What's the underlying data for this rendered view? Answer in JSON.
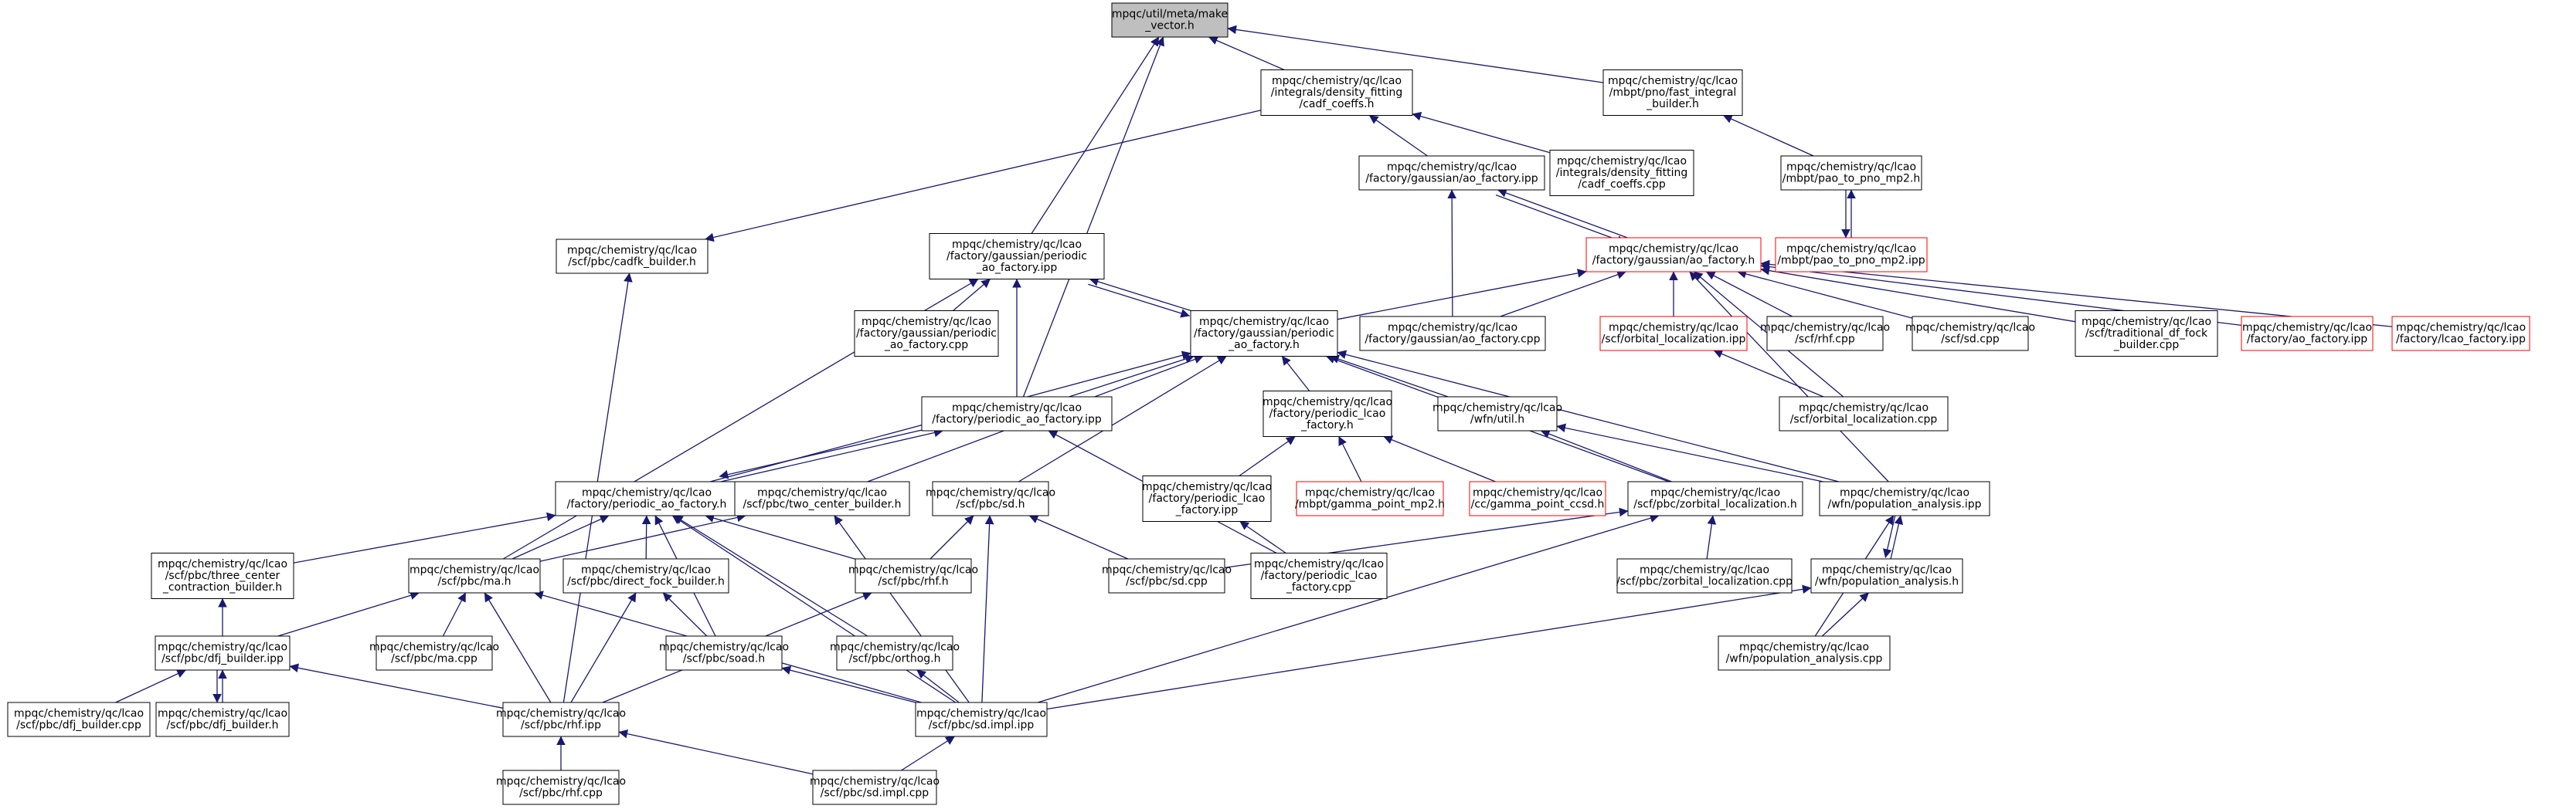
{
  "colors": {
    "edge": "#191970",
    "node_stroke": "#000000",
    "node_stroke_truncated": "#ff0000",
    "node_fill": "#ffffff",
    "root_fill": "#bfbfbf"
  },
  "nodes": [
    {
      "id": "root",
      "lines": [
        "mpqc/util/meta/make",
        "_vector.h"
      ],
      "root": true
    },
    {
      "id": "cadf_coeffs_h",
      "lines": [
        "mpqc/chemistry/qc/lcao",
        "/integrals/density_fitting",
        "/cadf_coeffs.h"
      ]
    },
    {
      "id": "fast_integral_builder_h",
      "lines": [
        "mpqc/chemistry/qc/lcao",
        "/mbpt/pno/fast_integral",
        "_builder.h"
      ]
    },
    {
      "id": "gaussian_ao_factory_ipp",
      "lines": [
        "mpqc/chemistry/qc/lcao",
        "/factory/gaussian/ao_factory.ipp"
      ]
    },
    {
      "id": "cadf_coeffs_cpp",
      "lines": [
        "mpqc/chemistry/qc/lcao",
        "/integrals/density_fitting",
        "/cadf_coeffs.cpp"
      ]
    },
    {
      "id": "pao_to_pno_mp2_h",
      "lines": [
        "mpqc/chemistry/qc/lcao",
        "/mbpt/pao_to_pno_mp2.h"
      ]
    },
    {
      "id": "cadfk_builder_h",
      "lines": [
        "mpqc/chemistry/qc/lcao",
        "/scf/pbc/cadfk_builder.h"
      ]
    },
    {
      "id": "periodic_ao_factory_ipp_g",
      "lines": [
        "mpqc/chemistry/qc/lcao",
        "/factory/gaussian/periodic",
        "_ao_factory.ipp"
      ]
    },
    {
      "id": "gaussian_ao_factory_h",
      "lines": [
        "mpqc/chemistry/qc/lcao",
        "/factory/gaussian/ao_factory.h"
      ],
      "truncated": true
    },
    {
      "id": "pao_to_pno_mp2_ipp",
      "lines": [
        "mpqc/chemistry/qc/lcao",
        "/mbpt/pao_to_pno_mp2.ipp"
      ],
      "truncated": true
    },
    {
      "id": "periodic_ao_factory_cpp_g",
      "lines": [
        "mpqc/chemistry/qc/lcao",
        "/factory/gaussian/periodic",
        "_ao_factory.cpp"
      ]
    },
    {
      "id": "periodic_ao_factory_h_g",
      "lines": [
        "mpqc/chemistry/qc/lcao",
        "/factory/gaussian/periodic",
        "_ao_factory.h"
      ]
    },
    {
      "id": "gaussian_ao_factory_cpp",
      "lines": [
        "mpqc/chemistry/qc/lcao",
        "/factory/gaussian/ao_factory.cpp"
      ]
    },
    {
      "id": "orbital_localization_ipp",
      "lines": [
        "mpqc/chemistry/qc/lcao",
        "/scf/orbital_localization.ipp"
      ],
      "truncated": true
    },
    {
      "id": "rhf_cpp",
      "lines": [
        "mpqc/chemistry/qc/lcao",
        "/scf/rhf.cpp"
      ]
    },
    {
      "id": "sd_cpp",
      "lines": [
        "mpqc/chemistry/qc/lcao",
        "/scf/sd.cpp"
      ]
    },
    {
      "id": "traditional_df_fock_builder_cpp",
      "lines": [
        "mpqc/chemistry/qc/lcao",
        "/scf/traditional_df_fock",
        "_builder.cpp"
      ]
    },
    {
      "id": "factory_ao_factory_ipp",
      "lines": [
        "mpqc/chemistry/qc/lcao",
        "/factory/ao_factory.ipp"
      ],
      "truncated": true
    },
    {
      "id": "factory_lcao_factory_ipp",
      "lines": [
        "mpqc/chemistry/qc/lcao",
        "/factory/lcao_factory.ipp"
      ],
      "truncated": true
    },
    {
      "id": "periodic_ao_factory_ipp",
      "lines": [
        "mpqc/chemistry/qc/lcao",
        "/factory/periodic_ao_factory.ipp"
      ]
    },
    {
      "id": "periodic_lcao_factory_h",
      "lines": [
        "mpqc/chemistry/qc/lcao",
        "/factory/periodic_lcao",
        "_factory.h"
      ]
    },
    {
      "id": "wfn_util_h",
      "lines": [
        "mpqc/chemistry/qc/lcao",
        "/wfn/util.h"
      ]
    },
    {
      "id": "orbital_localization_cpp",
      "lines": [
        "mpqc/chemistry/qc/lcao",
        "/scf/orbital_localization.cpp"
      ]
    },
    {
      "id": "periodic_ao_factory_h",
      "lines": [
        "mpqc/chemistry/qc/lcao",
        "/factory/periodic_ao_factory.h"
      ]
    },
    {
      "id": "two_center_builder_h",
      "lines": [
        "mpqc/chemistry/qc/lcao",
        "/scf/pbc/two_center_builder.h"
      ]
    },
    {
      "id": "pbc_sd_h",
      "lines": [
        "mpqc/chemistry/qc/lcao",
        "/scf/pbc/sd.h"
      ]
    },
    {
      "id": "periodic_lcao_factory_ipp",
      "lines": [
        "mpqc/chemistry/qc/lcao",
        "/factory/periodic_lcao",
        "_factory.ipp"
      ]
    },
    {
      "id": "gamma_point_mp2_h",
      "lines": [
        "mpqc/chemistry/qc/lcao",
        "/mbpt/gamma_point_mp2.h"
      ],
      "truncated": true
    },
    {
      "id": "gamma_point_ccsd_h",
      "lines": [
        "mpqc/chemistry/qc/lcao",
        "/cc/gamma_point_ccsd.h"
      ],
      "truncated": true
    },
    {
      "id": "zorbital_localization_h",
      "lines": [
        "mpqc/chemistry/qc/lcao",
        "/scf/pbc/zorbital_localization.h"
      ]
    },
    {
      "id": "population_analysis_ipp",
      "lines": [
        "mpqc/chemistry/qc/lcao",
        "/wfn/population_analysis.ipp"
      ]
    },
    {
      "id": "three_center_contraction_builder_h",
      "lines": [
        "mpqc/chemistry/qc/lcao",
        "/scf/pbc/three_center",
        "_contraction_builder.h"
      ]
    },
    {
      "id": "pbc_ma_h",
      "lines": [
        "mpqc/chemistry/qc/lcao",
        "/scf/pbc/ma.h"
      ]
    },
    {
      "id": "direct_fock_builder_h",
      "lines": [
        "mpqc/chemistry/qc/lcao",
        "/scf/pbc/direct_fock_builder.h"
      ]
    },
    {
      "id": "pbc_rhf_h",
      "lines": [
        "mpqc/chemistry/qc/lcao",
        "/scf/pbc/rhf.h"
      ]
    },
    {
      "id": "pbc_sd_cpp",
      "lines": [
        "mpqc/chemistry/qc/lcao",
        "/scf/pbc/sd.cpp"
      ]
    },
    {
      "id": "periodic_lcao_factory_cpp",
      "lines": [
        "mpqc/chemistry/qc/lcao",
        "/factory/periodic_lcao",
        "_factory.cpp"
      ]
    },
    {
      "id": "zorbital_localization_cpp",
      "lines": [
        "mpqc/chemistry/qc/lcao",
        "/scf/pbc/zorbital_localization.cpp"
      ]
    },
    {
      "id": "population_analysis_h",
      "lines": [
        "mpqc/chemistry/qc/lcao",
        "/wfn/population_analysis.h"
      ]
    },
    {
      "id": "dfj_builder_ipp",
      "lines": [
        "mpqc/chemistry/qc/lcao",
        "/scf/pbc/dfj_builder.ipp"
      ]
    },
    {
      "id": "pbc_ma_cpp",
      "lines": [
        "mpqc/chemistry/qc/lcao",
        "/scf/pbc/ma.cpp"
      ]
    },
    {
      "id": "soad_h",
      "lines": [
        "mpqc/chemistry/qc/lcao",
        "/scf/pbc/soad.h"
      ]
    },
    {
      "id": "ortho_h",
      "lines": [
        "mpqc/chemistry/qc/lcao",
        "/scf/pbc/orthog.h"
      ]
    },
    {
      "id": "population_analysis_cpp",
      "lines": [
        "mpqc/chemistry/qc/lcao",
        "/wfn/population_analysis.cpp"
      ]
    },
    {
      "id": "dfj_builder_cpp",
      "lines": [
        "mpqc/chemistry/qc/lcao",
        "/scf/pbc/dfj_builder.cpp"
      ]
    },
    {
      "id": "dfj_builder_h",
      "lines": [
        "mpqc/chemistry/qc/lcao",
        "/scf/pbc/dfj_builder.h"
      ]
    },
    {
      "id": "pbc_rhf_ipp",
      "lines": [
        "mpqc/chemistry/qc/lcao",
        "/scf/pbc/rhf.ipp"
      ]
    },
    {
      "id": "sd_impl_ipp",
      "lines": [
        "mpqc/chemistry/qc/lcao",
        "/scf/pbc/sd.impl.ipp"
      ]
    },
    {
      "id": "pbc_rhf_cpp",
      "lines": [
        "mpqc/chemistry/qc/lcao",
        "/scf/pbc/rhf.cpp"
      ]
    },
    {
      "id": "sd_impl_cpp",
      "lines": [
        "mpqc/chemistry/qc/lcao",
        "/scf/pbc/sd.impl.cpp"
      ]
    }
  ],
  "edges": [
    [
      "cadf_coeffs_h",
      "root"
    ],
    [
      "fast_integral_builder_h",
      "root"
    ],
    [
      "periodic_ao_factory_ipp_g",
      "root"
    ],
    [
      "periodic_ao_factory_ipp",
      "root"
    ],
    [
      "cadf_coeffs_h",
      "cadfk_builder_h"
    ],
    [
      "gaussian_ao_factory_ipp",
      "cadf_coeffs_h"
    ],
    [
      "cadf_coeffs_cpp",
      "cadf_coeffs_h"
    ],
    [
      "pao_to_pno_mp2_h",
      "fast_integral_builder_h"
    ],
    [
      "pao_to_pno_mp2_ipp",
      "pao_to_pno_mp2_h"
    ],
    [
      "pao_to_pno_mp2_h",
      "pao_to_pno_mp2_ipp"
    ],
    [
      "gaussian_ao_factory_h",
      "gaussian_ao_factory_ipp"
    ],
    [
      "gaussian_ao_factory_ipp",
      "gaussian_ao_factory_h"
    ],
    [
      "gaussian_ao_factory_cpp",
      "gaussian_ao_factory_ipp"
    ],
    [
      "periodic_ao_factory_h_g",
      "gaussian_ao_factory_h"
    ],
    [
      "gaussian_ao_factory_cpp",
      "gaussian_ao_factory_h"
    ],
    [
      "orbital_localization_ipp",
      "gaussian_ao_factory_h"
    ],
    [
      "rhf_cpp",
      "gaussian_ao_factory_h"
    ],
    [
      "sd_cpp",
      "gaussian_ao_factory_h"
    ],
    [
      "traditional_df_fock_builder_cpp",
      "gaussian_ao_factory_h"
    ],
    [
      "factory_ao_factory_ipp",
      "gaussian_ao_factory_h"
    ],
    [
      "factory_lcao_factory_ipp",
      "gaussian_ao_factory_h"
    ],
    [
      "orbital_localization_cpp",
      "gaussian_ao_factory_h"
    ],
    [
      "population_analysis_ipp",
      "gaussian_ao_factory_h"
    ],
    [
      "orbital_localization_cpp",
      "orbital_localization_ipp"
    ],
    [
      "periodic_ao_factory_cpp_g",
      "periodic_ao_factory_ipp_g"
    ],
    [
      "periodic_ao_factory_h_g",
      "periodic_ao_factory_ipp_g"
    ],
    [
      "periodic_ao_factory_ipp_g",
      "periodic_ao_factory_h_g"
    ],
    [
      "periodic_ao_factory_ipp",
      "periodic_ao_factory_ipp_g"
    ],
    [
      "pbc_ma_h",
      "periodic_ao_factory_ipp_g"
    ],
    [
      "periodic_ao_factory_ipp",
      "periodic_ao_factory_h_g"
    ],
    [
      "periodic_lcao_factory_h",
      "periodic_ao_factory_h_g"
    ],
    [
      "wfn_util_h",
      "periodic_ao_factory_h_g"
    ],
    [
      "periodic_ao_factory_h",
      "periodic_ao_factory_h_g"
    ],
    [
      "two_center_builder_h",
      "periodic_ao_factory_h_g"
    ],
    [
      "pbc_sd_h",
      "periodic_ao_factory_h_g"
    ],
    [
      "zorbital_localization_h",
      "periodic_ao_factory_h_g"
    ],
    [
      "population_analysis_ipp",
      "periodic_ao_factory_h_g"
    ],
    [
      "periodic_ao_factory_h",
      "periodic_ao_factory_ipp"
    ],
    [
      "periodic_ao_factory_ipp",
      "periodic_ao_factory_h"
    ],
    [
      "periodic_lcao_factory_cpp",
      "periodic_ao_factory_ipp"
    ],
    [
      "periodic_lcao_factory_ipp",
      "periodic_lcao_factory_h"
    ],
    [
      "gamma_point_mp2_h",
      "periodic_lcao_factory_h"
    ],
    [
      "gamma_point_ccsd_h",
      "periodic_lcao_factory_h"
    ],
    [
      "periodic_lcao_factory_cpp",
      "periodic_lcao_factory_ipp"
    ],
    [
      "zorbital_localization_h",
      "wfn_util_h"
    ],
    [
      "population_analysis_ipp",
      "wfn_util_h"
    ],
    [
      "three_center_contraction_builder_h",
      "periodic_ao_factory_h"
    ],
    [
      "pbc_ma_h",
      "periodic_ao_factory_h"
    ],
    [
      "direct_fock_builder_h",
      "periodic_ao_factory_h"
    ],
    [
      "soad_h",
      "periodic_ao_factory_h"
    ],
    [
      "ortho_h",
      "periodic_ao_factory_h"
    ],
    [
      "pbc_rhf_h",
      "periodic_ao_factory_h"
    ],
    [
      "sd_impl_ipp",
      "periodic_ao_factory_h"
    ],
    [
      "pbc_ma_h",
      "two_center_builder_h"
    ],
    [
      "sd_impl_ipp",
      "two_center_builder_h"
    ],
    [
      "pbc_rhf_h",
      "pbc_sd_h"
    ],
    [
      "pbc_sd_cpp",
      "pbc_sd_h"
    ],
    [
      "sd_impl_ipp",
      "pbc_sd_h"
    ],
    [
      "pbc_sd_cpp",
      "zorbital_localization_h"
    ],
    [
      "zorbital_localization_cpp",
      "zorbital_localization_h"
    ],
    [
      "sd_impl_ipp",
      "zorbital_localization_h"
    ],
    [
      "population_analysis_h",
      "population_analysis_ipp"
    ],
    [
      "population_analysis_ipp",
      "population_analysis_h"
    ],
    [
      "population_analysis_cpp",
      "population_analysis_ipp"
    ],
    [
      "population_analysis_cpp",
      "population_analysis_h"
    ],
    [
      "sd_impl_ipp",
      "population_analysis_h"
    ],
    [
      "dfj_builder_ipp",
      "three_center_contraction_builder_h"
    ],
    [
      "dfj_builder_ipp",
      "pbc_ma_h"
    ],
    [
      "pbc_ma_cpp",
      "pbc_ma_h"
    ],
    [
      "pbc_rhf_ipp",
      "pbc_ma_h"
    ],
    [
      "sd_impl_ipp",
      "pbc_ma_h"
    ],
    [
      "soad_h",
      "direct_fock_builder_h"
    ],
    [
      "pbc_rhf_ipp",
      "direct_fock_builder_h"
    ],
    [
      "pbc_rhf_ipp",
      "pbc_rhf_h"
    ],
    [
      "dfj_builder_cpp",
      "dfj_builder_ipp"
    ],
    [
      "dfj_builder_h",
      "dfj_builder_ipp"
    ],
    [
      "dfj_builder_ipp",
      "dfj_builder_h"
    ],
    [
      "pbc_rhf_ipp",
      "dfj_builder_ipp"
    ],
    [
      "sd_impl_ipp",
      "soad_h"
    ],
    [
      "sd_impl_ipp",
      "ortho_h"
    ],
    [
      "pbc_rhf_ipp",
      "cadfk_builder_h"
    ],
    [
      "pbc_rhf_cpp",
      "pbc_rhf_ipp"
    ],
    [
      "sd_impl_cpp",
      "pbc_rhf_ipp"
    ],
    [
      "sd_impl_cpp",
      "sd_impl_ipp"
    ]
  ]
}
